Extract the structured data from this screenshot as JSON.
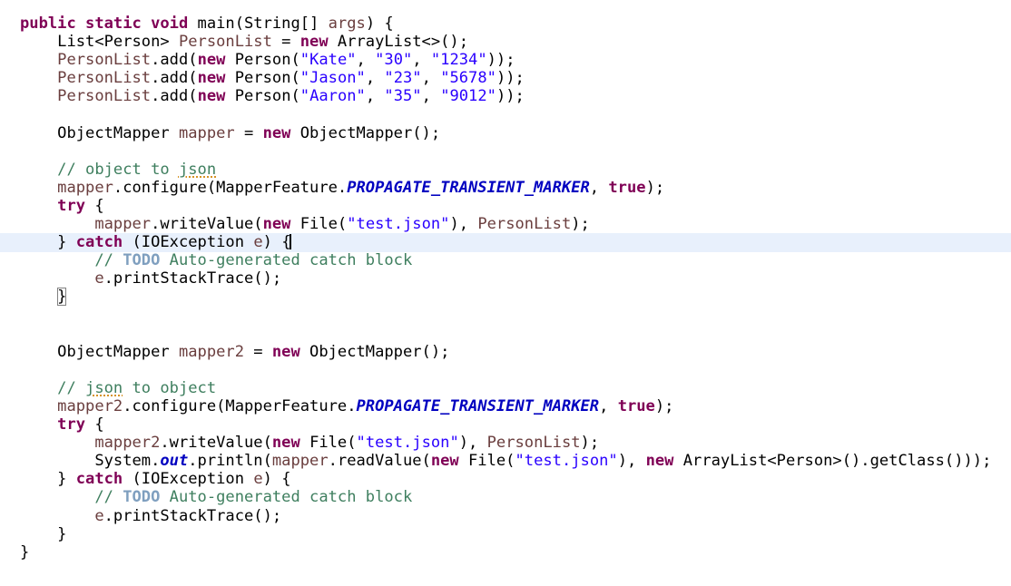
{
  "editor": {
    "lines": [
      [
        [
          "kw",
          "public static void "
        ],
        [
          "plain",
          "main(String[] "
        ],
        [
          "var",
          "args"
        ],
        [
          "plain",
          ") {"
        ]
      ],
      [
        [
          "plain",
          "    List<Person> "
        ],
        [
          "var",
          "PersonList"
        ],
        [
          "plain",
          " = "
        ],
        [
          "kw",
          "new "
        ],
        [
          "plain",
          "ArrayList<>();"
        ]
      ],
      [
        [
          "plain",
          "    "
        ],
        [
          "var",
          "PersonList"
        ],
        [
          "plain",
          ".add("
        ],
        [
          "kw",
          "new "
        ],
        [
          "plain",
          "Person("
        ],
        [
          "str",
          "\"Kate\""
        ],
        [
          "plain",
          ", "
        ],
        [
          "str",
          "\"30\""
        ],
        [
          "plain",
          ", "
        ],
        [
          "str",
          "\"1234\""
        ],
        [
          "plain",
          "));"
        ]
      ],
      [
        [
          "plain",
          "    "
        ],
        [
          "var",
          "PersonList"
        ],
        [
          "plain",
          ".add("
        ],
        [
          "kw",
          "new "
        ],
        [
          "plain",
          "Person("
        ],
        [
          "str",
          "\"Jason\""
        ],
        [
          "plain",
          ", "
        ],
        [
          "str",
          "\"23\""
        ],
        [
          "plain",
          ", "
        ],
        [
          "str",
          "\"5678\""
        ],
        [
          "plain",
          "));"
        ]
      ],
      [
        [
          "plain",
          "    "
        ],
        [
          "var",
          "PersonList"
        ],
        [
          "plain",
          ".add("
        ],
        [
          "kw",
          "new "
        ],
        [
          "plain",
          "Person("
        ],
        [
          "str",
          "\"Aaron\""
        ],
        [
          "plain",
          ", "
        ],
        [
          "str",
          "\"35\""
        ],
        [
          "plain",
          ", "
        ],
        [
          "str",
          "\"9012\""
        ],
        [
          "plain",
          "));"
        ]
      ],
      [],
      [
        [
          "plain",
          "    ObjectMapper "
        ],
        [
          "var",
          "mapper"
        ],
        [
          "plain",
          " = "
        ],
        [
          "kw",
          "new "
        ],
        [
          "plain",
          "ObjectMapper();"
        ]
      ],
      [],
      [
        [
          "cmt",
          "    // object to "
        ],
        [
          "cmt-squiggle",
          "json"
        ]
      ],
      [
        [
          "plain",
          "    "
        ],
        [
          "var",
          "mapper"
        ],
        [
          "plain",
          ".configure(MapperFeature."
        ],
        [
          "static-field",
          "PROPAGATE_TRANSIENT_MARKER"
        ],
        [
          "plain",
          ", "
        ],
        [
          "kw",
          "true"
        ],
        [
          "plain",
          ");"
        ]
      ],
      [
        [
          "plain",
          "    "
        ],
        [
          "kw",
          "try"
        ],
        [
          "plain",
          " {"
        ]
      ],
      [
        [
          "plain",
          "        "
        ],
        [
          "var",
          "mapper"
        ],
        [
          "plain",
          ".writeValue("
        ],
        [
          "kw",
          "new "
        ],
        [
          "plain",
          "File("
        ],
        [
          "str",
          "\"test.json\""
        ],
        [
          "plain",
          "), "
        ],
        [
          "var",
          "PersonList"
        ],
        [
          "plain",
          ");"
        ]
      ],
      [
        [
          "plain",
          "    } "
        ],
        [
          "kw",
          "catch"
        ],
        [
          "plain",
          " (IOException "
        ],
        [
          "var",
          "e"
        ],
        [
          "plain",
          ") {"
        ],
        [
          "caret",
          ""
        ]
      ],
      [
        [
          "cmt",
          "        // "
        ],
        [
          "todo",
          "TODO"
        ],
        [
          "cmt",
          " Auto-generated catch block"
        ]
      ],
      [
        [
          "plain",
          "        "
        ],
        [
          "var",
          "e"
        ],
        [
          "plain",
          ".printStackTrace();"
        ]
      ],
      [
        [
          "plain",
          "    "
        ],
        [
          "bracket",
          "}"
        ]
      ],
      [],
      [],
      [
        [
          "plain",
          "    ObjectMapper "
        ],
        [
          "var",
          "mapper2"
        ],
        [
          "plain",
          " = "
        ],
        [
          "kw",
          "new "
        ],
        [
          "plain",
          "ObjectMapper();"
        ]
      ],
      [],
      [
        [
          "cmt",
          "    // "
        ],
        [
          "cmt-squiggle",
          "json"
        ],
        [
          "cmt",
          " to object"
        ]
      ],
      [
        [
          "plain",
          "    "
        ],
        [
          "var",
          "mapper2"
        ],
        [
          "plain",
          ".configure(MapperFeature."
        ],
        [
          "static-field",
          "PROPAGATE_TRANSIENT_MARKER"
        ],
        [
          "plain",
          ", "
        ],
        [
          "kw",
          "true"
        ],
        [
          "plain",
          ");"
        ]
      ],
      [
        [
          "plain",
          "    "
        ],
        [
          "kw",
          "try"
        ],
        [
          "plain",
          " {"
        ]
      ],
      [
        [
          "plain",
          "        "
        ],
        [
          "var",
          "mapper2"
        ],
        [
          "plain",
          ".writeValue("
        ],
        [
          "kw",
          "new "
        ],
        [
          "plain",
          "File("
        ],
        [
          "str",
          "\"test.json\""
        ],
        [
          "plain",
          "), "
        ],
        [
          "var",
          "PersonList"
        ],
        [
          "plain",
          ");"
        ]
      ],
      [
        [
          "plain",
          "        System."
        ],
        [
          "static-out",
          "out"
        ],
        [
          "plain",
          ".println("
        ],
        [
          "var",
          "mapper"
        ],
        [
          "plain",
          ".readValue("
        ],
        [
          "kw",
          "new "
        ],
        [
          "plain",
          "File("
        ],
        [
          "str",
          "\"test.json\""
        ],
        [
          "plain",
          "), "
        ],
        [
          "kw",
          "new "
        ],
        [
          "plain",
          "ArrayList<Person>().getClass()));"
        ]
      ],
      [
        [
          "plain",
          "    } "
        ],
        [
          "kw",
          "catch"
        ],
        [
          "plain",
          " (IOException "
        ],
        [
          "var",
          "e"
        ],
        [
          "plain",
          ") {"
        ]
      ],
      [
        [
          "cmt",
          "        // "
        ],
        [
          "todo",
          "TODO"
        ],
        [
          "cmt",
          " Auto-generated catch block"
        ]
      ],
      [
        [
          "plain",
          "        "
        ],
        [
          "var",
          "e"
        ],
        [
          "plain",
          ".printStackTrace();"
        ]
      ],
      [
        [
          "plain",
          "    }"
        ]
      ],
      [
        [
          "plain",
          "}"
        ]
      ]
    ]
  }
}
